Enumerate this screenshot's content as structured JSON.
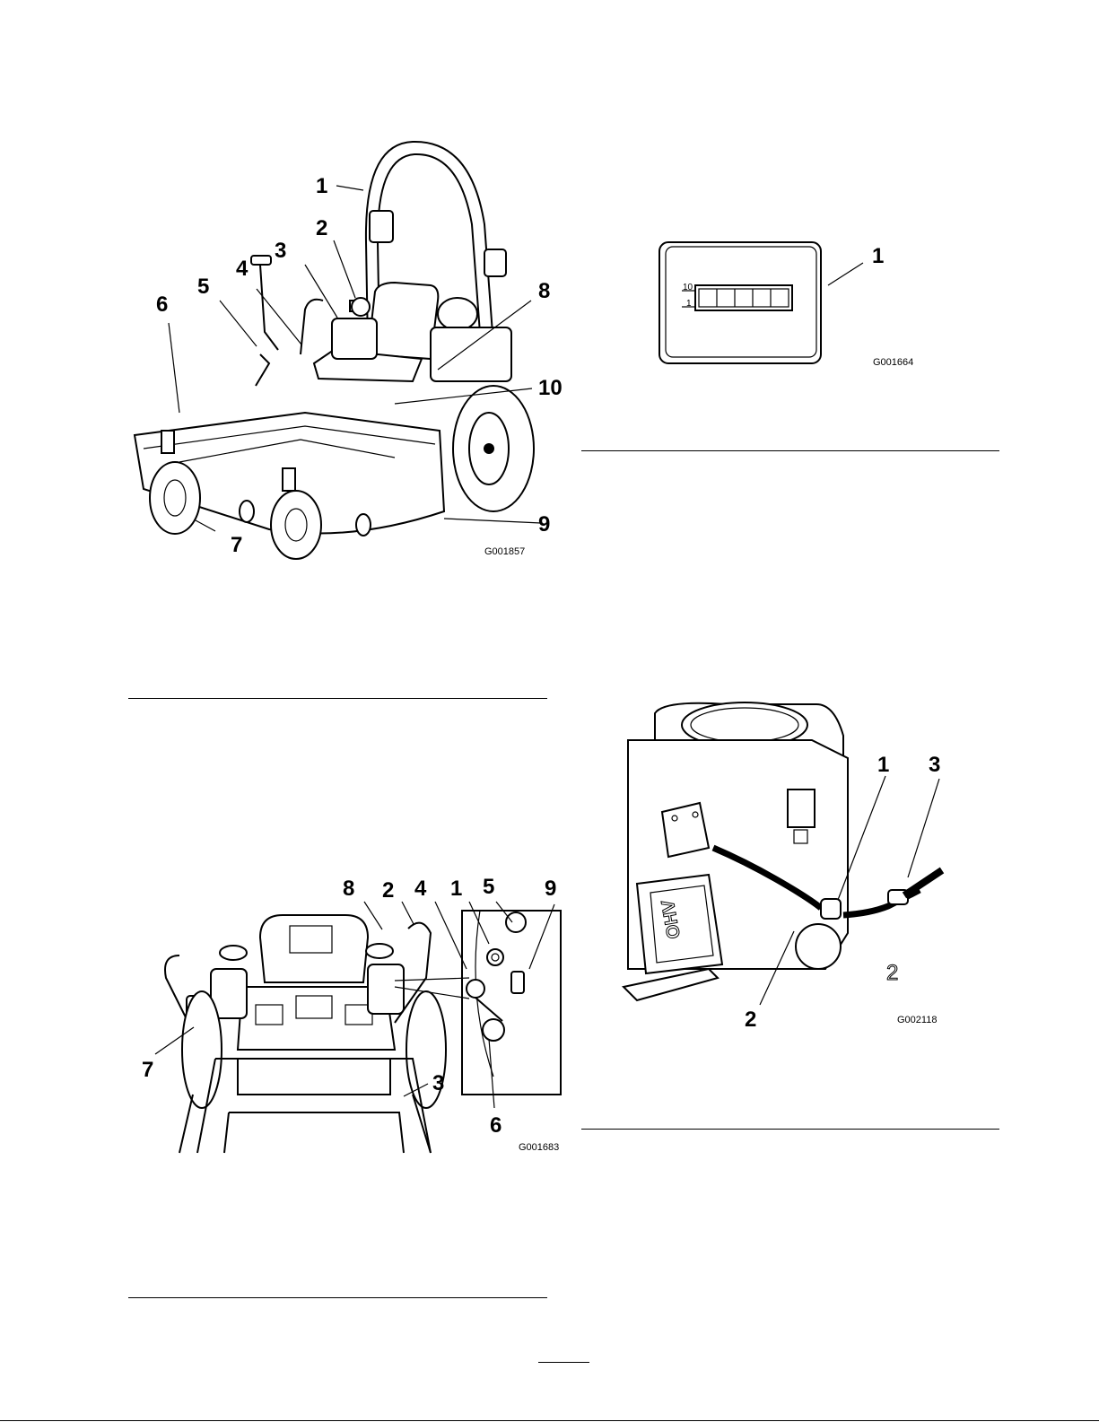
{
  "figure_mower": {
    "callouts": [
      "1",
      "2",
      "3",
      "4",
      "5",
      "6",
      "7",
      "8",
      "9",
      "10"
    ],
    "code": "G001857"
  },
  "figure_hourmeter": {
    "callouts": [
      "1"
    ],
    "scale_top": "10",
    "scale_bottom": "1",
    "code": "G001664"
  },
  "figure_controls": {
    "callouts": [
      "8",
      "2",
      "4",
      "1",
      "5",
      "9",
      "7",
      "3",
      "6"
    ],
    "code": "G001683"
  },
  "figure_fuel": {
    "callouts": [
      "1",
      "3",
      "2",
      "2"
    ],
    "engine_label": "OHV",
    "code": "G002118"
  }
}
